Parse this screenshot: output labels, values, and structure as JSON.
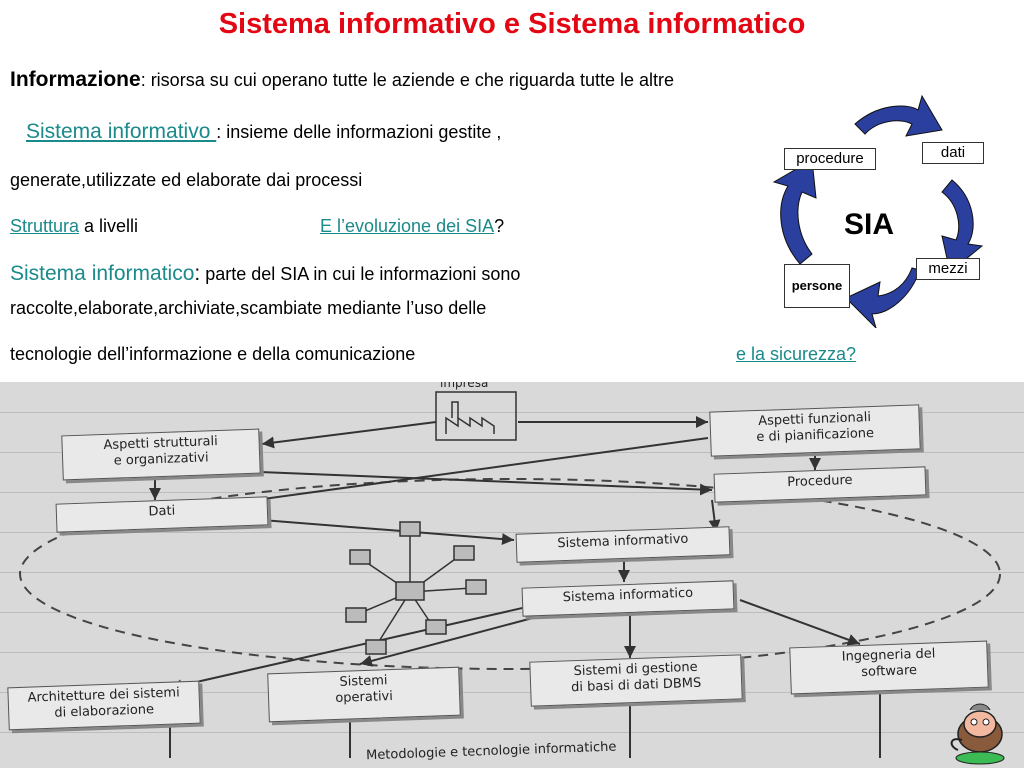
{
  "title": "Sistema  informativo  e Sistema informatico",
  "informazione": {
    "term": "Informazione",
    "rest": ": risorsa su cui operano tutte le aziende e che riguarda tutte le altre"
  },
  "sistema_informativo": {
    "link": "Sistema  informativo ",
    "rest": ": insieme delle informazioni  gestite ,",
    "line2": "generate,utilizzate ed elaborate dai processi"
  },
  "struttura": {
    "link": "Struttura",
    "rest": " a livelli",
    "evoluzione_link": "E l’evoluzione dei SIA",
    "evoluzione_rest": "?"
  },
  "sistema_informatico": {
    "term": "Sistema  informatico",
    "colon": ":",
    "rest": " parte del SIA in cui le informazioni sono",
    "line2": "raccolte,elaborate,archiviate,scambiate mediante l’uso delle",
    "line3": "tecnologie dell’informazione e della comunicazione",
    "sicurezza_link": "e la sicurezza?"
  },
  "cycle": {
    "center": "SIA",
    "procedure": "procedure",
    "dati": "dati",
    "mezzi": "mezzi",
    "persone": "persone",
    "arrow_color": "#2b3f9e"
  },
  "diagram": {
    "impresa": "impresa",
    "aspetti_strutturali": "Aspetti strutturali\ne organizzativi",
    "aspetti_funzionali": "Aspetti funzionali\ne di pianificazione",
    "procedure": "Procedure",
    "dati": "Dati",
    "sistema_informativo": "Sistema informativo",
    "sistema_informatico": "Sistema informatico",
    "architetture": "Architetture dei sistemi\ndi elaborazione",
    "sistemi_operativi": "Sistemi\noperativi",
    "dbms": "Sistemi di gestione\ndi basi di dati DBMS",
    "ingegneria": "Ingegneria del\nsoftware",
    "metodologie": "Metodologie e tecnologie informatiche"
  },
  "colors": {
    "title": "#e30613",
    "link": "#1a8a8a",
    "cycle_arrows": "#2b3f9e"
  }
}
